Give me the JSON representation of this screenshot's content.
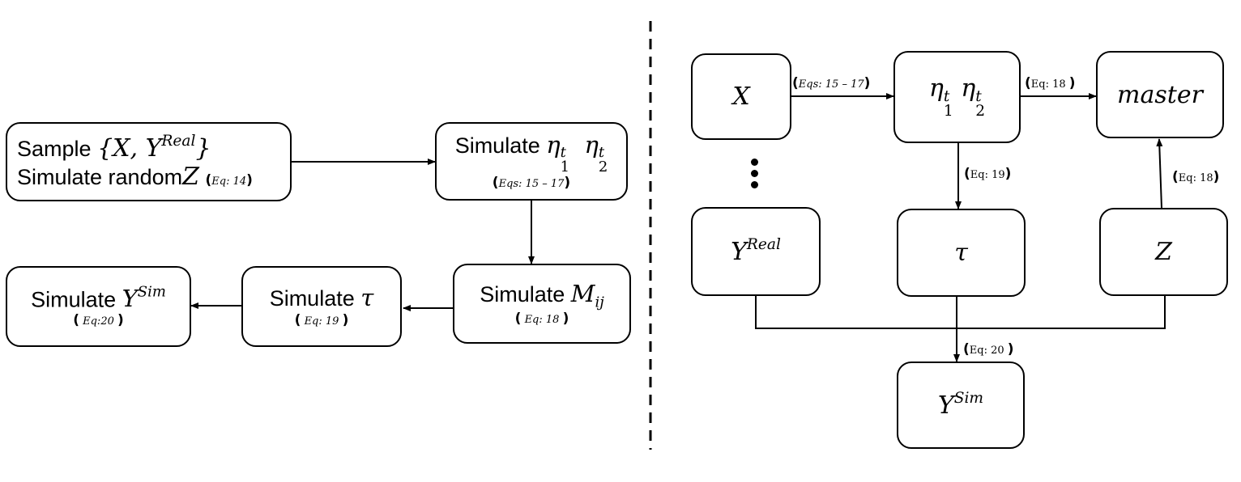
{
  "left_flow": {
    "sample_box": {
      "line1_prefix": "Sample",
      "line1_set": "{X, Y",
      "line1_sup": "Real",
      "line1_close": "}",
      "line2_prefix": "Simulate random",
      "line2_var": "Z",
      "eq": "Eq: 14"
    },
    "eta_box": {
      "prefix": "Simulate",
      "var1": "η",
      "var1_sub": "1",
      "var1_sup": "t",
      "var2": "η",
      "var2_sub": "2",
      "var2_sup": "t",
      "eq": "Eqs: 15 – 17"
    },
    "m_box": {
      "prefix": "Simulate",
      "var": "M",
      "var_sub": "ij",
      "eq": "Eq: 18"
    },
    "tau_box": {
      "prefix": "Simulate",
      "var": "τ",
      "eq": "Eq: 19"
    },
    "ysim_box": {
      "prefix": "Simulate",
      "var": "Y",
      "var_sup": "Sim",
      "eq": "Eq:20"
    }
  },
  "right_graph": {
    "nodes": {
      "x": {
        "var": "X"
      },
      "eta": {
        "var1": "η",
        "var1_sub": "1",
        "var1_sup": "t",
        "var2": "η",
        "var2_sub": "2",
        "var2_sup": "t"
      },
      "master": {
        "var": "master"
      },
      "yreal": {
        "var": "Y",
        "sup": "Real"
      },
      "tau": {
        "var": "τ"
      },
      "z": {
        "var": "Z"
      },
      "ysim": {
        "var": "Y",
        "sup": "Sim"
      },
      "ellipsis": "⋮"
    },
    "edge_labels": {
      "x_to_eta": "Eqs: 15 – 17",
      "eta_to_master": "Eq: 18",
      "eta_to_tau": "Eq: 19",
      "z_to_master": "Eq: 18",
      "to_ysim": "Eq: 20"
    }
  }
}
